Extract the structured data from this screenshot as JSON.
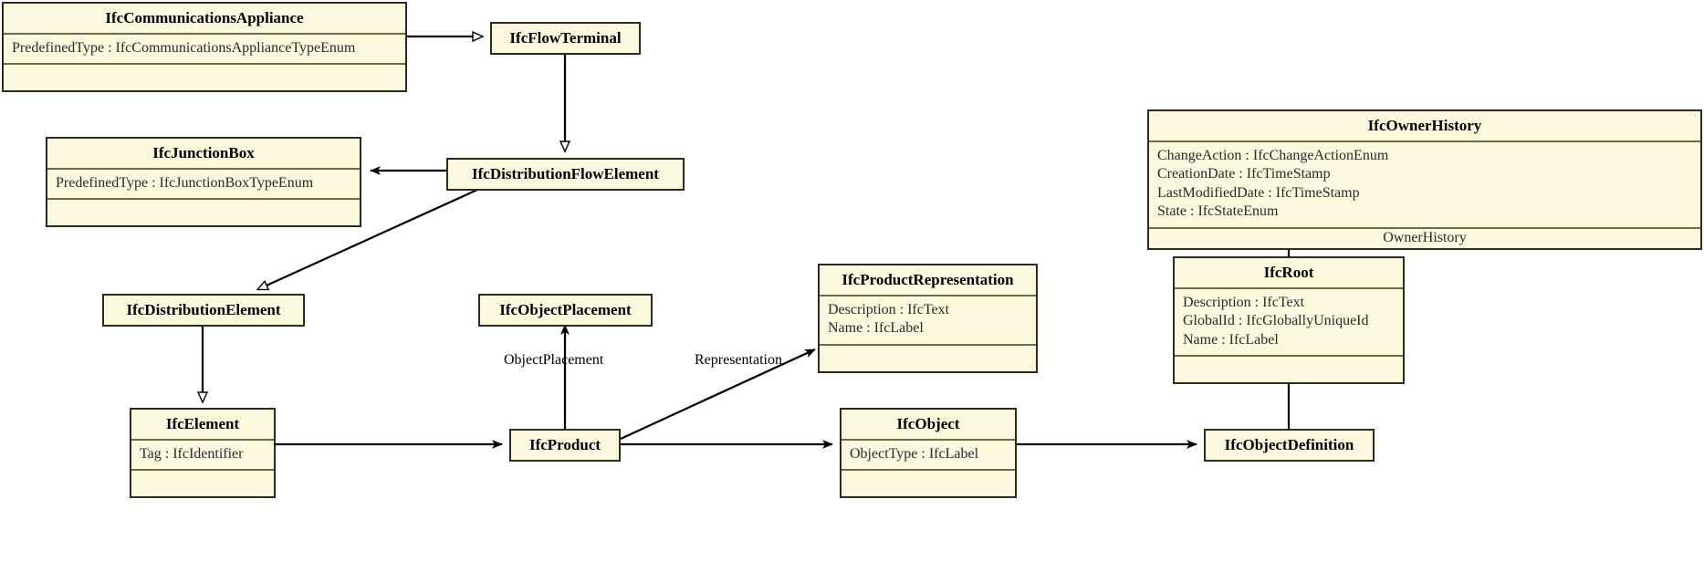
{
  "diagram": {
    "type": "uml-class-diagram",
    "background": "#ffffff",
    "box_fill": "#fbf8dd",
    "box_border": "#2b2b1e",
    "separator_color": "#6d6a45",
    "line_color": "#000000"
  },
  "classes": {
    "communications_appliance": {
      "name": "IfcCommunicationsAppliance",
      "attributes": [
        "PredefinedType : IfcCommunicationsApplianceTypeEnum"
      ],
      "has_empty_compartment": true
    },
    "flow_terminal": {
      "name": "IfcFlowTerminal",
      "attributes": [],
      "has_empty_compartment": false
    },
    "junction_box": {
      "name": "IfcJunctionBox",
      "attributes": [
        "PredefinedType : IfcJunctionBoxTypeEnum"
      ],
      "has_empty_compartment": true
    },
    "distribution_flow_element": {
      "name": "IfcDistributionFlowElement",
      "attributes": [],
      "has_empty_compartment": false
    },
    "distribution_element": {
      "name": "IfcDistributionElement",
      "attributes": [],
      "has_empty_compartment": false
    },
    "object_placement": {
      "name": "IfcObjectPlacement",
      "attributes": [],
      "has_empty_compartment": false
    },
    "product_representation": {
      "name": "IfcProductRepresentation",
      "attributes": [
        "Description : IfcText",
        "Name : IfcLabel"
      ],
      "has_empty_compartment": true
    },
    "owner_history": {
      "name": "IfcOwnerHistory",
      "attributes": [
        "ChangeAction : IfcChangeActionEnum",
        "CreationDate : IfcTimeStamp",
        "LastModifiedDate : IfcTimeStamp",
        "State : IfcStateEnum"
      ],
      "association_label": "OwnerHistory"
    },
    "root": {
      "name": "IfcRoot",
      "attributes": [
        "Description : IfcText",
        "GlobalId : IfcGloballyUniqueId",
        "Name : IfcLabel"
      ],
      "has_empty_compartment": true
    },
    "element": {
      "name": "IfcElement",
      "attributes": [
        "Tag : IfcIdentifier"
      ],
      "has_empty_compartment": true
    },
    "product": {
      "name": "IfcProduct",
      "attributes": [],
      "has_empty_compartment": false
    },
    "object": {
      "name": "IfcObject",
      "attributes": [
        "ObjectType : IfcLabel"
      ],
      "has_empty_compartment": true
    },
    "object_definition": {
      "name": "IfcObjectDefinition",
      "attributes": [],
      "has_empty_compartment": false
    }
  },
  "edge_labels": {
    "object_placement": "ObjectPlacement",
    "representation": "Representation"
  },
  "relationships": [
    {
      "from": "IfcCommunicationsAppliance",
      "to": "IfcFlowTerminal",
      "kind": "generalization"
    },
    {
      "from": "IfcFlowTerminal",
      "to": "IfcDistributionFlowElement",
      "kind": "generalization"
    },
    {
      "from": "IfcJunctionBox",
      "to": "IfcDistributionFlowElement",
      "kind": "generalization"
    },
    {
      "from": "IfcDistributionFlowElement",
      "to": "IfcDistributionElement",
      "kind": "generalization"
    },
    {
      "from": "IfcDistributionElement",
      "to": "IfcElement",
      "kind": "generalization"
    },
    {
      "from": "IfcElement",
      "to": "IfcProduct",
      "kind": "generalization"
    },
    {
      "from": "IfcProduct",
      "to": "IfcObject",
      "kind": "generalization"
    },
    {
      "from": "IfcObject",
      "to": "IfcObjectDefinition",
      "kind": "generalization"
    },
    {
      "from": "IfcObjectDefinition",
      "to": "IfcRoot",
      "kind": "generalization"
    },
    {
      "from": "IfcRoot",
      "to": "IfcOwnerHistory",
      "kind": "association",
      "label": "OwnerHistory"
    },
    {
      "from": "IfcProduct",
      "to": "IfcObjectPlacement",
      "kind": "association",
      "label": "ObjectPlacement"
    },
    {
      "from": "IfcProduct",
      "to": "IfcProductRepresentation",
      "kind": "association",
      "label": "Representation"
    }
  ]
}
